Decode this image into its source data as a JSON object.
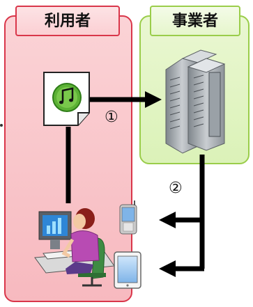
{
  "panels": {
    "user_label": "利用者",
    "business_label": "事業者"
  },
  "steps": {
    "step1": "①",
    "step2": "②"
  },
  "colors": {
    "user_border": "#d9364a",
    "business_border": "#9acd4a",
    "arrow": "#000000",
    "music_badge": "#5cb135"
  },
  "icons": [
    "music-file-icon",
    "server-icon",
    "user-at-computer-icon",
    "mobile-phone-icon",
    "tablet-icon"
  ]
}
